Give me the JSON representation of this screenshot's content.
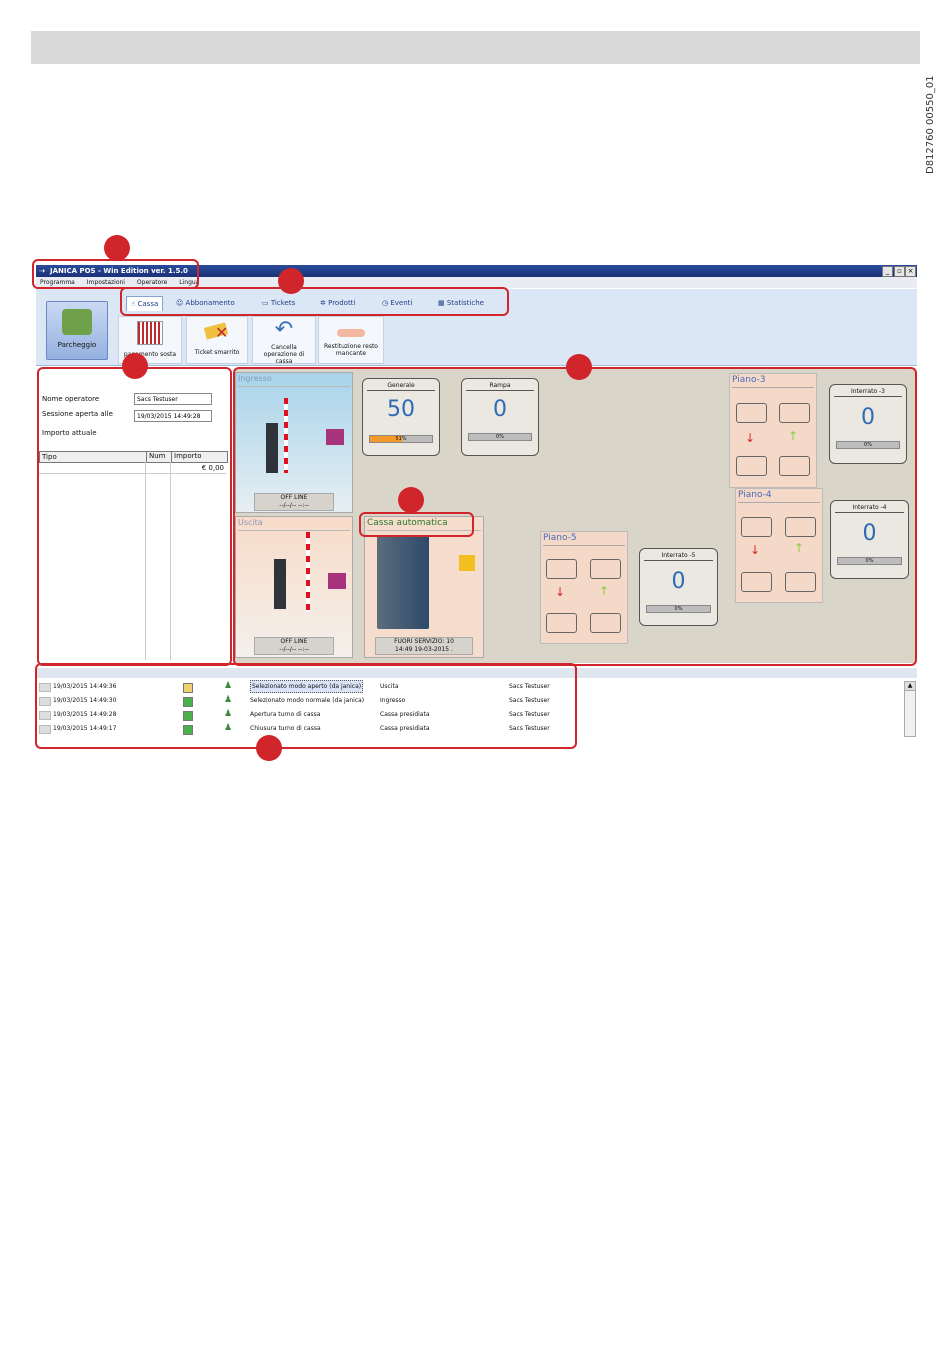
{
  "doc_code": "D812760 00550_01",
  "window": {
    "title": "JANICA POS - Win Edition ver. 1.5.0",
    "buttons": [
      "_",
      "▫",
      "×"
    ]
  },
  "menu": [
    "Programma",
    "Impostazioni",
    "Operatore",
    "Lingua"
  ],
  "ribbon": {
    "parcheggio_label": "Parcheggio",
    "tabs": [
      "Cassa",
      "Abbonamento",
      "Tickets",
      "Prodotti",
      "Eventi",
      "Statistiche"
    ],
    "buttons": [
      "pagamento sosta",
      "Ticket smarrito",
      "Cancella operazione di cassa",
      "Restituzione resto mancante"
    ]
  },
  "left": {
    "operator_label": "Nome operatore",
    "operator_value": "Sacs Testuser",
    "session_label": "Sessione aperta alle",
    "session_value": "19/03/2015 14:49:28",
    "amount_label": "Importo attuale",
    "col_tipo": "Tipo",
    "col_num": "Num",
    "col_importo": "Importo",
    "total": "€ 0,00"
  },
  "lanes": {
    "ingresso": {
      "title": "Ingresso",
      "status1": "OFF LINE",
      "status2": "--/--/-- --:--"
    },
    "uscita": {
      "title": "Uscita",
      "status1": "OFF LINE",
      "status2": "--/--/-- --:--"
    },
    "cassa": {
      "title": "Cassa automatica",
      "status1": "FUORI SERVIZIO:   10",
      "status2": "14:49  19-03-2015 ."
    }
  },
  "gauges": {
    "generale": {
      "label": "Generale",
      "value": "50",
      "percent": "51%",
      "fill": 0.51
    },
    "rampa": {
      "label": "Rampa",
      "value": "0",
      "percent": "0%",
      "fill": 0
    },
    "int3": {
      "label": "Interrato -3",
      "value": "0",
      "percent": "0%",
      "fill": 0
    },
    "int4": {
      "label": "Interrato -4",
      "value": "0",
      "percent": "0%",
      "fill": 0
    },
    "int5": {
      "label": "Interrato -5",
      "value": "0",
      "percent": "0%",
      "fill": 0
    }
  },
  "pani": {
    "p3": "Piano-3",
    "p4": "Piano-4",
    "p5": "Piano-5"
  },
  "log": [
    {
      "time": "19/03/2015 14:49:36",
      "msg": "Selezionato modo aperto (da janica)",
      "where": "Uscita",
      "user": "Sacs Testuser"
    },
    {
      "time": "19/03/2015 14:49:30",
      "msg": "Selezionato modo normale (da janica)",
      "where": "Ingresso",
      "user": "Sacs Testuser"
    },
    {
      "time": "19/03/2015 14:49:28",
      "msg": "Apertura turno di cassa",
      "where": "Cassa presidiata",
      "user": "Sacs Testuser"
    },
    {
      "time": "19/03/2015 14:49:17",
      "msg": "Chiusura turno di cassa",
      "where": "Cassa presidiata",
      "user": "Sacs Testuser"
    }
  ],
  "colors": {
    "callout": "#d1252c",
    "accent": "#2d6bb5"
  }
}
